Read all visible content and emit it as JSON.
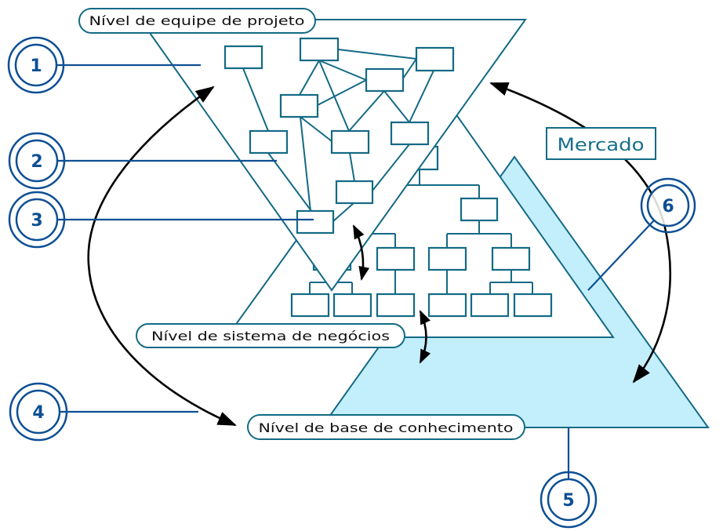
{
  "diagram": {
    "levels": {
      "team": "Nível de equipe de projeto",
      "business": "Nível de sistema de negócios",
      "knowledge": "Nível de base de conhecimento"
    },
    "market_label": "Mercado",
    "callouts": [
      {
        "number": "1",
        "target": "team"
      },
      {
        "number": "2",
        "target": "team"
      },
      {
        "number": "3",
        "target": "team"
      },
      {
        "number": "4",
        "target": "knowledge"
      },
      {
        "number": "5",
        "target": "knowledge"
      },
      {
        "number": "6",
        "target": "knowledge"
      }
    ]
  },
  "colors": {
    "outline_teal": "#136a85",
    "callout_blue": "#0d4f94",
    "knowledge_fill": "#c3effc",
    "arrow": "#000000",
    "market_text": "#17708a"
  }
}
